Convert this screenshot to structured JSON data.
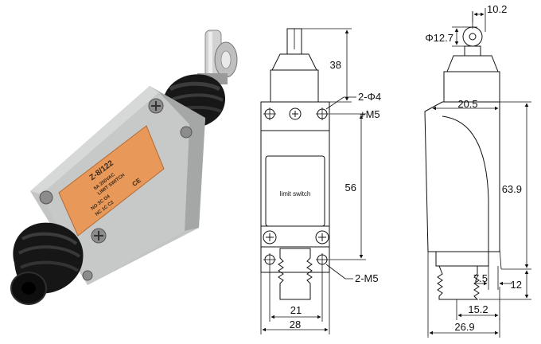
{
  "photo": {
    "plate_lines": [
      "Z-8/122",
      "5A 250VAC",
      "LIMIT SWITCH",
      "NO 3C  O4",
      "NC 1C  C2"
    ],
    "plate_mark": "CE",
    "colors": {
      "housing": "#b9bcbb",
      "plate": "#e79a54",
      "rubber": "#161616",
      "roller": "#c9c9c9"
    }
  },
  "front_view": {
    "body_label": "limit switch",
    "dim_38": "38",
    "dim_56": "56",
    "dim_21": "21",
    "dim_28": "28",
    "callout_2phi4": "2-Φ4",
    "callout_m5": "+M5",
    "callout_2m5": "2-M5"
  },
  "side_view": {
    "dim_10_2": "10.2",
    "dim_phi12_7": "Φ12.7",
    "dim_20_5": "20.5",
    "dim_63_9": "63.9",
    "dim_7_5": "7.5",
    "dim_12": "12",
    "dim_15_2": "15.2",
    "dim_26_9": "26.9"
  }
}
